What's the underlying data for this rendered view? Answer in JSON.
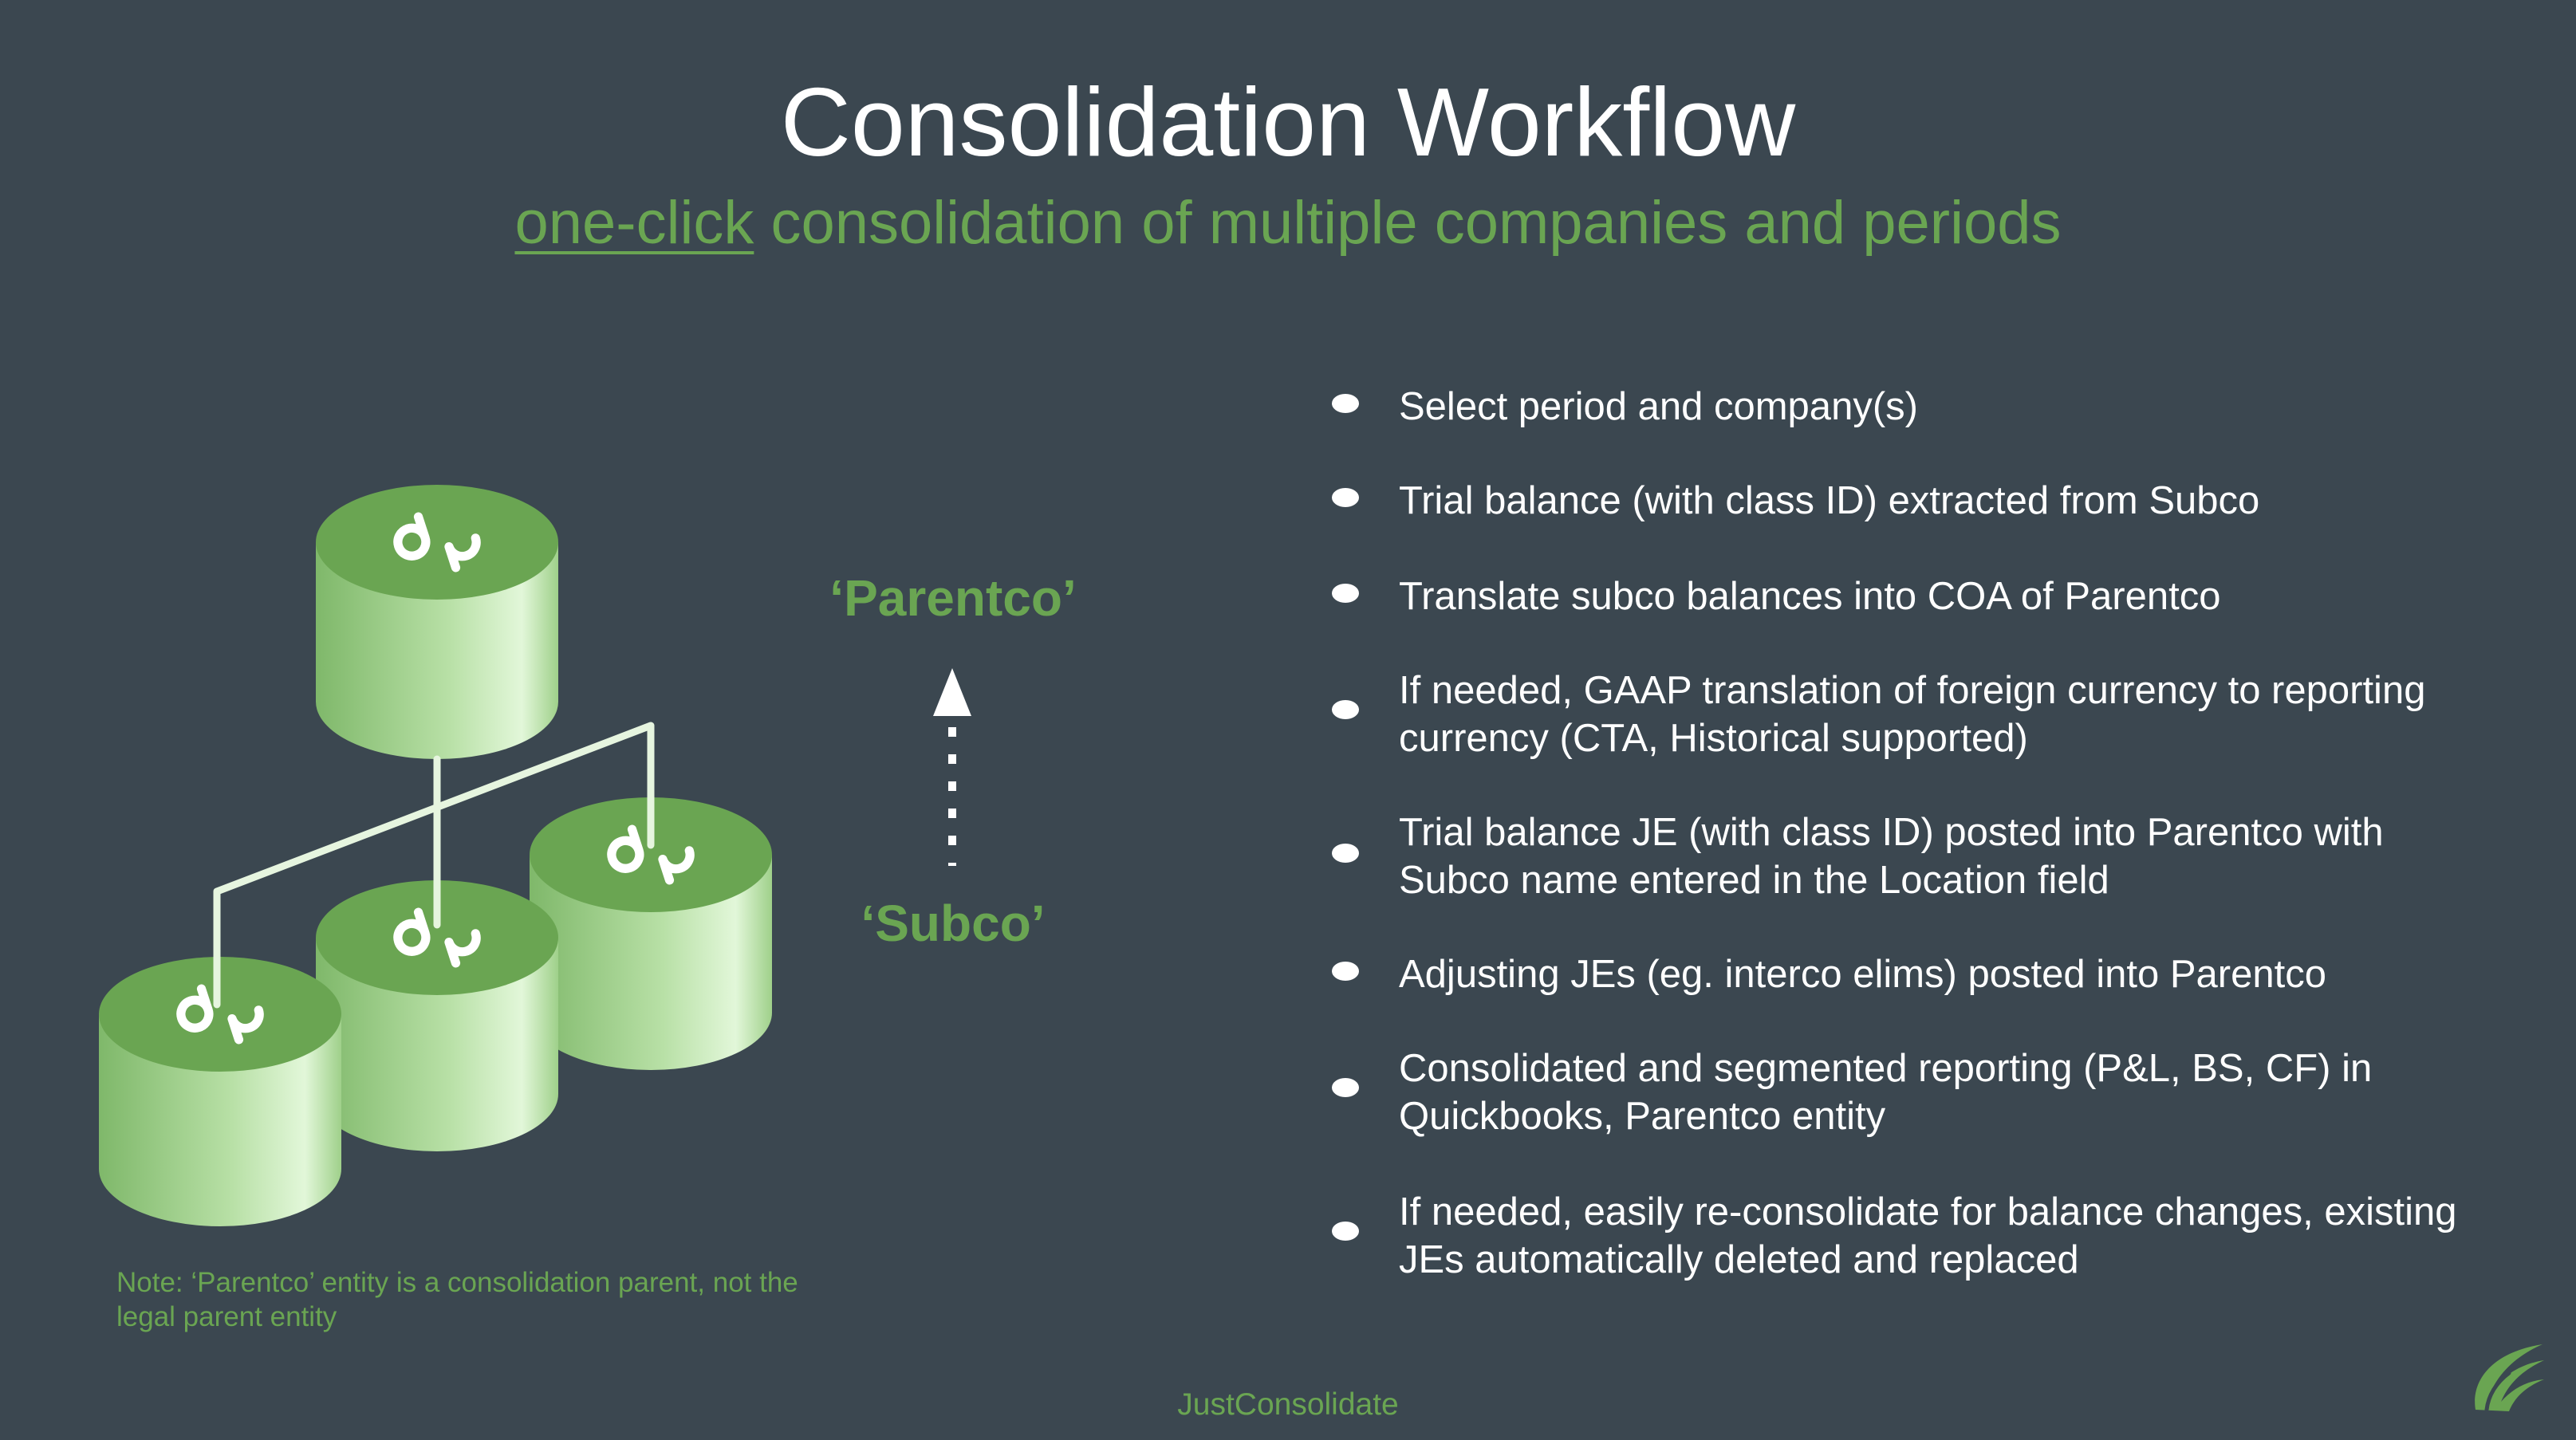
{
  "header": {
    "title": "Consolidation Workflow",
    "subtitle_link": "one-click",
    "subtitle_rest": " consolidation of multiple companies and periods"
  },
  "diagram": {
    "parent_label": "‘Parentco’",
    "sub_label": "‘Subco’",
    "entity_icon": "qb-logo-icon",
    "accent_color": "#6aa552",
    "background_color": "#3b4750"
  },
  "steps": [
    "Select period and company(s)",
    "Trial balance (with class ID) extracted from Subco",
    "Translate subco balances into COA of Parentco",
    "If needed, GAAP translation of foreign currency to reporting currency (CTA, Historical supported)",
    "Trial balance JE (with class ID) posted into Parentco with Subco name entered in the Location field",
    "Adjusting JEs (eg. interco elims) posted into Parentco",
    "Consolidated and segmented reporting (P&L, BS, CF) in Quickbooks, Parentco entity",
    "If needed, easily re-consolidate for balance changes, existing JEs automatically deleted and replaced"
  ],
  "note": "Note: ‘Parentco’ entity is a consolidation parent, not the legal parent entity",
  "footer": "JustConsolidate"
}
